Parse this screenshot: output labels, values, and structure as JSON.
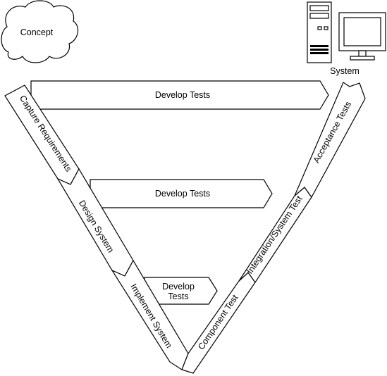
{
  "concept": {
    "label": "Concept"
  },
  "system": {
    "label": "System"
  },
  "phases": {
    "capture_requirements": "Capture Requirements",
    "design_system": "Design System",
    "implement_system": "Implement System",
    "component_test": "Component Test",
    "integration_system_test": "Integration/System Test",
    "acceptance_tests": "Acceptance Tests"
  },
  "develop_tests": {
    "top": "Develop Tests",
    "middle": "Develop Tests",
    "bottom_line1": "Develop",
    "bottom_line2": "Tests"
  }
}
